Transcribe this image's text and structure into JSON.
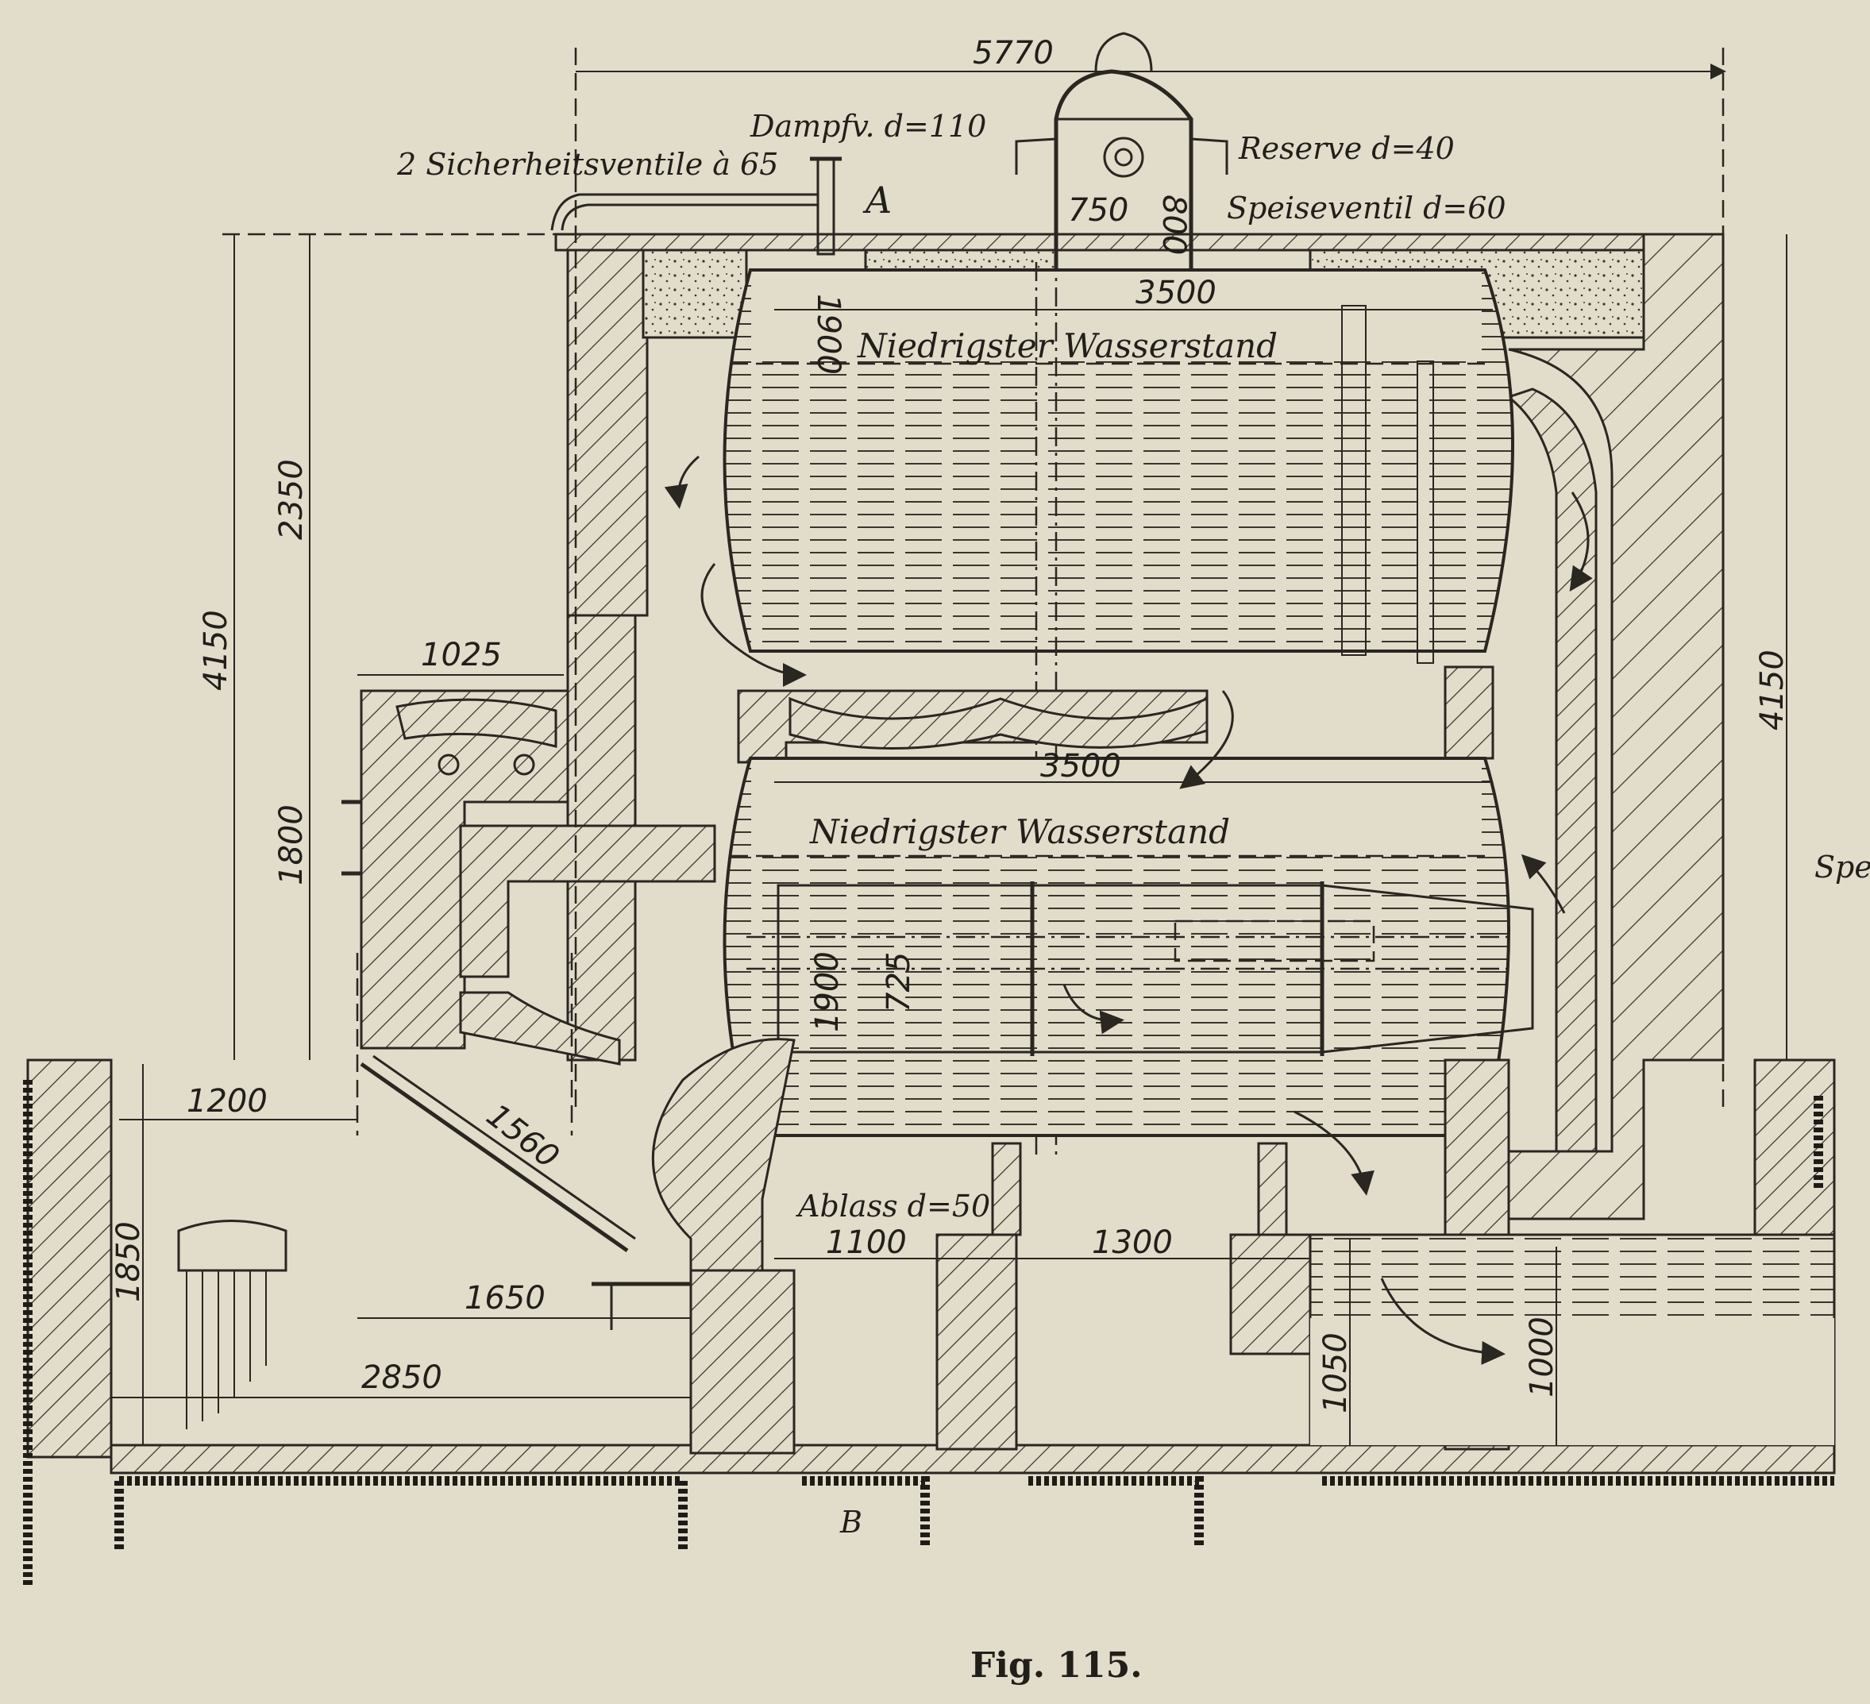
{
  "figure": {
    "caption": "Fig. 115.",
    "subject": "Boiler installation cross-section"
  },
  "annotations": {
    "steam_outlet": "Dampfv. d=110",
    "safety_valves": "2 Sicherheitsventile à 65",
    "reserve": "Reserve d=40",
    "feed_valve": "Speiseventil d=60",
    "feed_partial": "Spe",
    "upper_water_level": "Niedrigster Wasserstand",
    "lower_water_level": "Niedrigster Wasserstand",
    "drain": "Ablass d=50",
    "marker_a": "A",
    "marker_b": "B"
  },
  "dimensions": {
    "overall_width": "5770",
    "dome_width": "750",
    "dome_height": "800",
    "upper_drum_length": "3500",
    "upper_drum_diameter": "1900",
    "lower_drum_length": "3500",
    "lower_drum_diameter": "1900",
    "flue_diameter": "725",
    "left_total_height": "4150",
    "right_total_height": "4150",
    "upper_height": "2350",
    "firebox_height": "1800",
    "firebox_width": "1025",
    "ash_pit_width": "1200",
    "grate_length": "1560",
    "stoking_depth": "1650",
    "basement_width": "2850",
    "basement_height": "1850",
    "support_spacing_1": "1100",
    "support_spacing_2": "1300",
    "flue_channel_height_1": "1050",
    "flue_channel_height_2": "1000"
  }
}
